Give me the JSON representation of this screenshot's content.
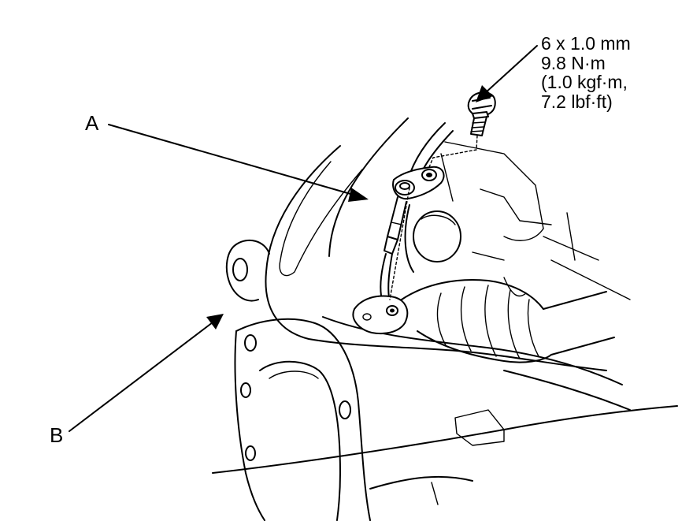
{
  "callouts": {
    "a": "A",
    "b": "B"
  },
  "fastener_spec": {
    "size": "6 x 1.0 mm",
    "torque_nm": "9.8 N·m",
    "torque_kgf": "(1.0 kgf·m,",
    "torque_lbf": "7.2 lbf·ft)"
  },
  "colors": {
    "line": "#000000",
    "background": "#ffffff"
  }
}
